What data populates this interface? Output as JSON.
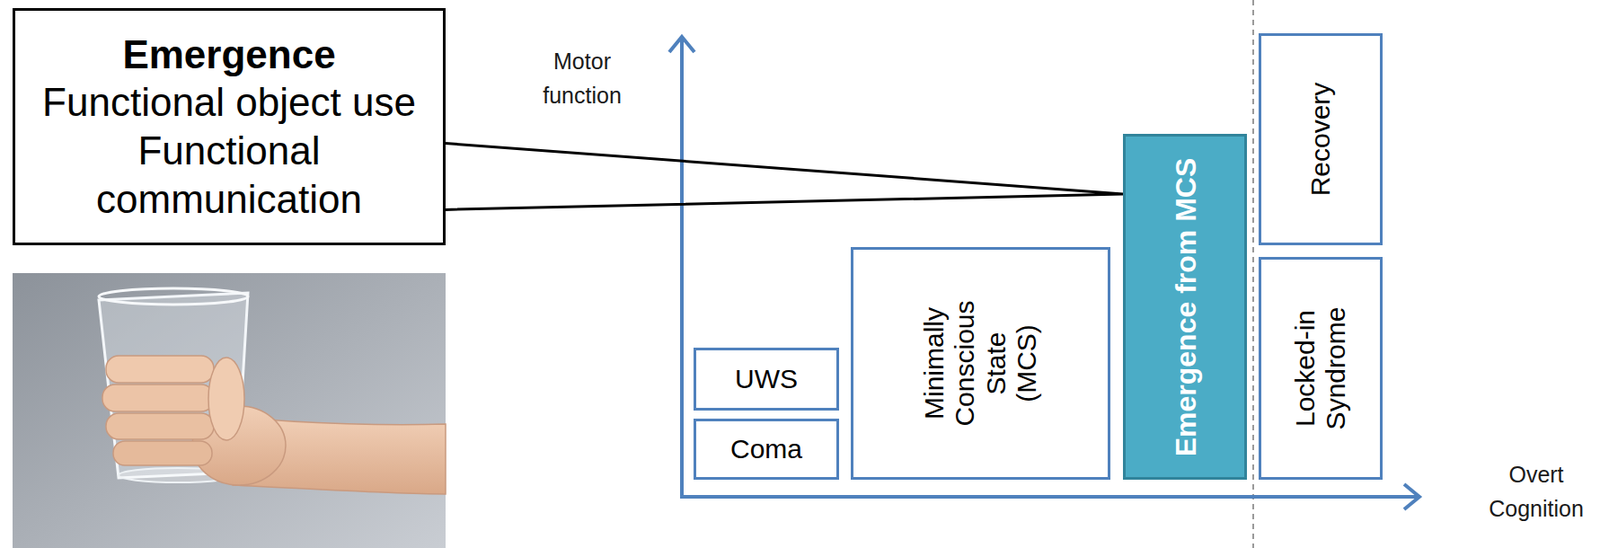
{
  "diagram": {
    "nodes": [
      {
        "text": [
          "Emergence",
          "Functional object use",
          "Functional communication"
        ]
      },
      {
        "text": [
          "UWS"
        ]
      },
      {
        "text": [
          "Coma"
        ]
      },
      {
        "text": [
          "Minimally Conscious State (MCS)"
        ]
      },
      {
        "text": [
          "Emergence from MCS"
        ]
      },
      {
        "text": [
          "Recovery"
        ]
      },
      {
        "text": [
          "Locked-in Syndrome"
        ]
      }
    ],
    "edges": [
      {
        "from": 0,
        "to": 4,
        "arrow": "none"
      }
    ],
    "labels": [
      "Motor function",
      "Overt Cognition"
    ]
  }
}
